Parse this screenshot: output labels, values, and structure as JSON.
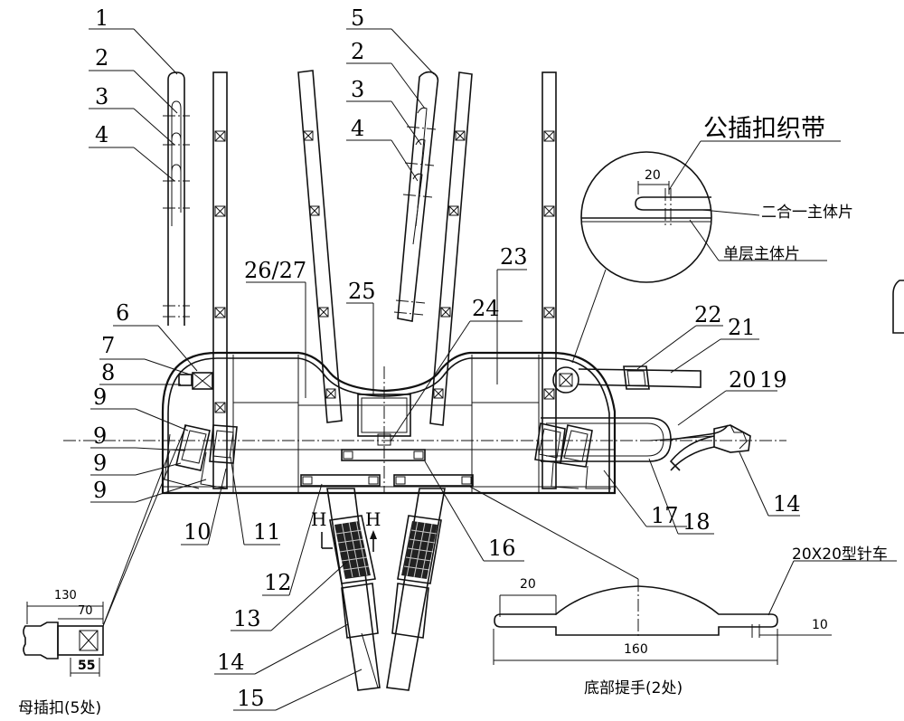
{
  "part_numbers": {
    "n1": "1",
    "n2a": "2",
    "n3a": "3",
    "n4a": "4",
    "n5": "5",
    "n2b": "2",
    "n3b": "3",
    "n4b": "4",
    "n6": "6",
    "n7": "7",
    "n8": "8",
    "n9a": "9",
    "n9b": "9",
    "n9c": "9",
    "n9d": "9",
    "n10": "10",
    "n11": "11",
    "n12": "12",
    "n13": "13",
    "n14a": "14",
    "n14b": "14",
    "n15": "15",
    "n16": "16",
    "n17": "17",
    "n18": "18",
    "n19": "19",
    "n20": "20",
    "n21": "21",
    "n22": "22",
    "n23": "23",
    "n24": "24",
    "n25": "25",
    "n2627": "26/27"
  },
  "detail_callout": {
    "title": "公插扣织带",
    "dim": "20",
    "label_top": "二合一主体片",
    "label_bottom": "单层主体片"
  },
  "handle_detail": {
    "caption": "底部提手(2处)",
    "stitch_note": "20X20型针车",
    "dim_20": "20",
    "dim_160": "160",
    "dim_10": "10"
  },
  "buckle_detail": {
    "caption": "母插扣(5处)",
    "dim_130": "130",
    "dim_70": "70",
    "dim_55": "55"
  },
  "direction_marks": {
    "left": "H",
    "right": "H"
  }
}
